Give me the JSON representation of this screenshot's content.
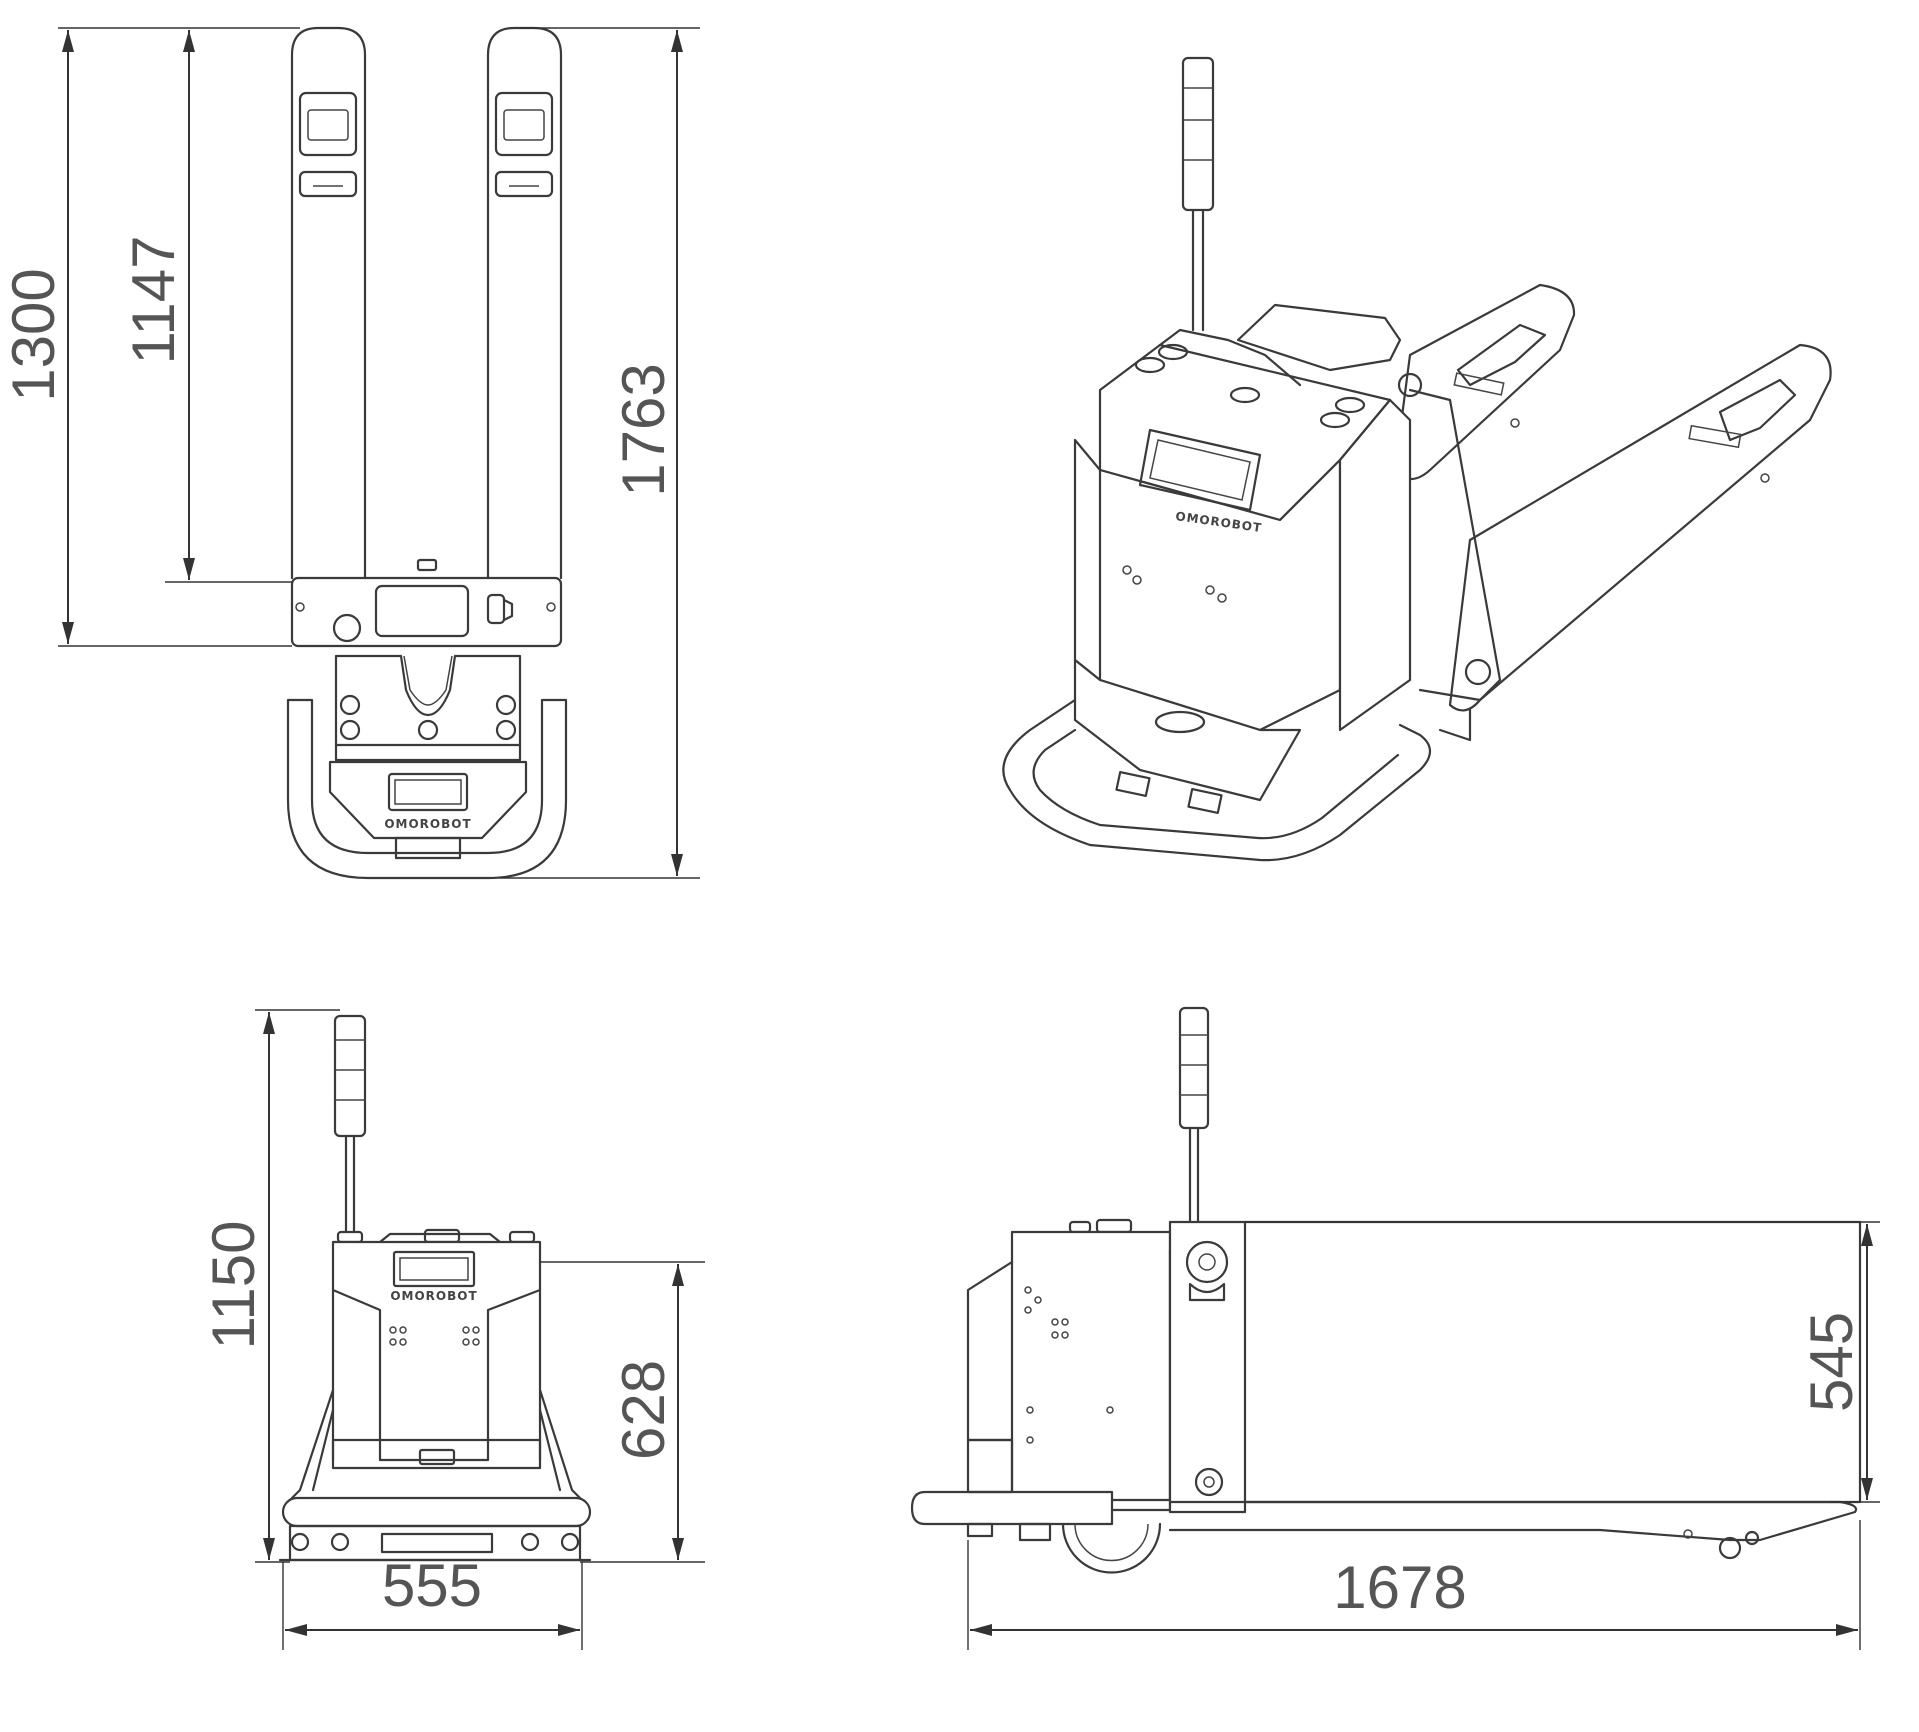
{
  "dimensions": {
    "top_view": {
      "overall_fork_length": "1300",
      "inner_fork_length": "1147",
      "overall_length": "1763"
    },
    "front_view": {
      "overall_height": "1150",
      "body_height": "628",
      "overall_width": "555"
    },
    "side_view": {
      "fork_height": "545",
      "overall_length": "1678"
    }
  },
  "branding": {
    "logo_text": "OMOROBOT"
  }
}
